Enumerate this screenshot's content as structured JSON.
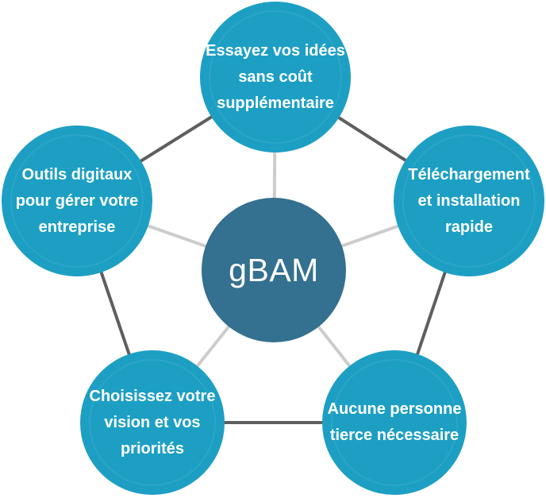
{
  "diagram": {
    "type": "hub-and-spoke-pentagon",
    "center": {
      "label": "gBAM"
    },
    "nodes": [
      {
        "id": "top",
        "label": "Essayez vos idées sans coût supplémentaire",
        "lines": [
          "Essayez vos idées",
          "sans coût",
          "supplémentaire"
        ]
      },
      {
        "id": "right",
        "label": "Téléchargement et installation rapide",
        "lines": [
          "Téléchargement",
          "et installation",
          "rapide"
        ]
      },
      {
        "id": "bottom-right",
        "label": "Aucune personne tierce nécessaire",
        "lines": [
          "Aucune personne",
          "tierce nécessaire"
        ]
      },
      {
        "id": "bottom-left",
        "label": "Choisissez votre vision et vos priorités",
        "lines": [
          "Choisissez votre",
          "vision et vos",
          "priorités"
        ]
      },
      {
        "id": "left",
        "label": "Outils digitaux pour gérer votre entreprise",
        "lines": [
          "Outils digitaux",
          "pour gérer votre",
          "entreprise"
        ]
      }
    ],
    "colors": {
      "outer_node": "#1d9fc4",
      "center_node": "#34708f",
      "spoke_line": "#cccccc",
      "edge_line": "#5e5e5e",
      "text": "#ffffff"
    }
  }
}
